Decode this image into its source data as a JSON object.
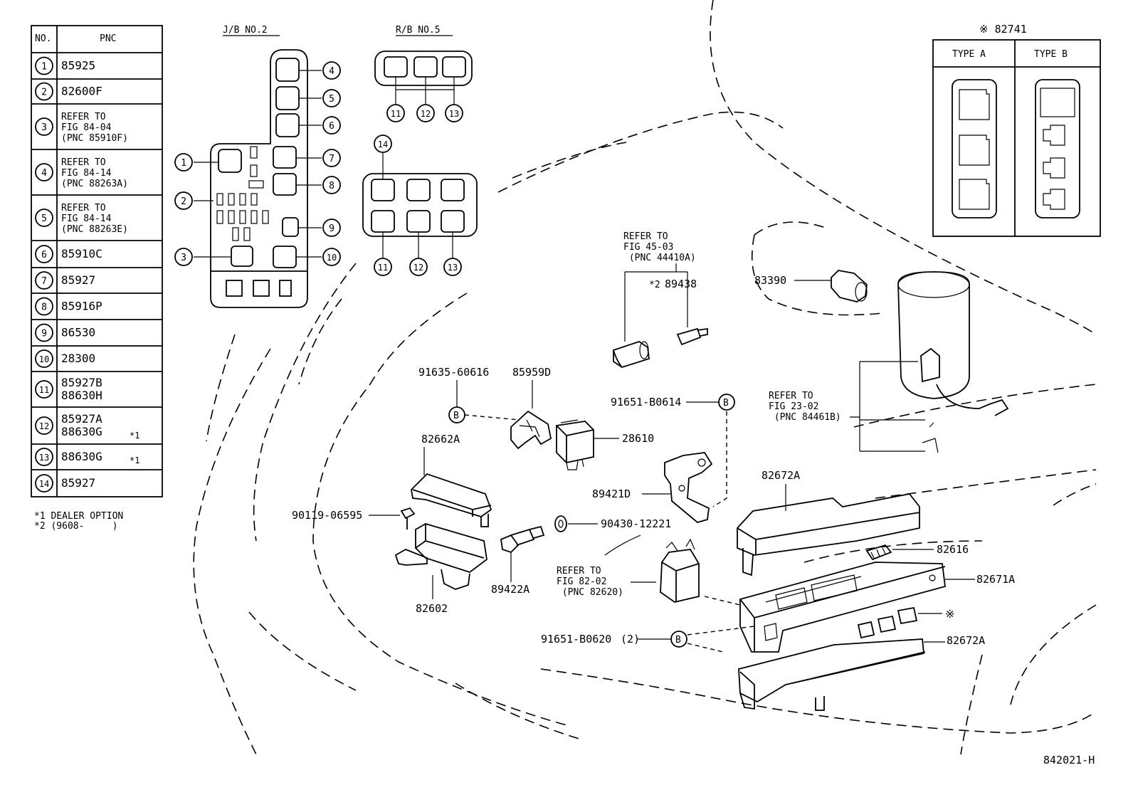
{
  "legend_table": {
    "header_no": "NO.",
    "header_pnc": "PNC",
    "rows": [
      {
        "no": "1",
        "lines": [
          "85925"
        ],
        "note": ""
      },
      {
        "no": "2",
        "lines": [
          "82600F"
        ],
        "note": ""
      },
      {
        "no": "3",
        "lines": [
          "REFER TO",
          "FIG 84-04",
          " (PNC 85910F)"
        ],
        "note": ""
      },
      {
        "no": "4",
        "lines": [
          "REFER TO",
          "FIG 84-14",
          " (PNC 88263A)"
        ],
        "note": ""
      },
      {
        "no": "5",
        "lines": [
          "REFER TO",
          "FIG 84-14",
          " (PNC 88263E)"
        ],
        "note": ""
      },
      {
        "no": "6",
        "lines": [
          "85910C"
        ],
        "note": ""
      },
      {
        "no": "7",
        "lines": [
          "85927"
        ],
        "note": ""
      },
      {
        "no": "8",
        "lines": [
          "85916P"
        ],
        "note": ""
      },
      {
        "no": "9",
        "lines": [
          "86530"
        ],
        "note": ""
      },
      {
        "no": "10",
        "lines": [
          "28300"
        ],
        "note": ""
      },
      {
        "no": "11",
        "lines": [
          "85927B",
          "88630H"
        ],
        "note": ""
      },
      {
        "no": "12",
        "lines": [
          "85927A",
          "88630G"
        ],
        "note": "*1"
      },
      {
        "no": "13",
        "lines": [
          "88630G"
        ],
        "note": "*1"
      },
      {
        "no": "14",
        "lines": [
          "85927"
        ],
        "note": ""
      }
    ]
  },
  "footnotes": [
    "*1 DEALER OPTION",
    "*2 (9608-     )"
  ],
  "jb_title": "J/B NO.2",
  "rb_title": "R/B NO.5",
  "type_box": {
    "title": "※ 82741",
    "type_a": "TYPE A",
    "type_b": "TYPE B"
  },
  "callout_numbers": {
    "jb": [
      "1",
      "2",
      "3",
      "4",
      "5",
      "6",
      "7",
      "8",
      "9",
      "10"
    ],
    "rb_top": [
      "11",
      "12",
      "13"
    ],
    "rb_bottom": [
      "14",
      "11",
      "12",
      "13"
    ]
  },
  "part_labels": {
    "p91635": "91635-60616",
    "p85959d": "85959D",
    "p82662a": "82662A",
    "p28610": "28610",
    "p91651a": "91651-B0614",
    "p89421d": "89421D",
    "p90119": "90119-06595",
    "p90430": "90430-12221",
    "p89422a": "89422A",
    "p82602": "82602",
    "p83390": "83390",
    "p89438": "89438",
    "p89438_mark": "*2",
    "p82672a_top": "82672A",
    "p82616": "82616",
    "p82671a": "82671A",
    "p82672a_bottom": "82672A",
    "p91651b": "91651-B0620",
    "p91651b_qty": "(2)",
    "mark_star": "※",
    "b_letter": "B"
  },
  "refer_notes": {
    "fig4503": [
      "REFER TO",
      "FIG 45-03",
      " (PNC 44410A)"
    ],
    "fig2302": [
      "REFER TO",
      "FIG 23-02",
      " (PNC 84461B)"
    ],
    "fig8202": [
      "REFER TO",
      "FIG 82-02",
      " (PNC 82620)"
    ]
  },
  "figure_code": "842021-H"
}
